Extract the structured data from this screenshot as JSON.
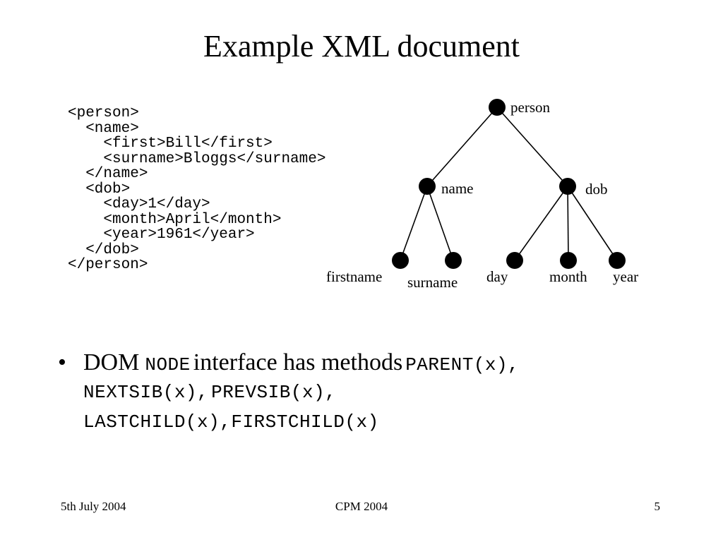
{
  "slide": {
    "title": "Example XML document",
    "xml_lines": [
      "<person>",
      "  <name>",
      "    <first>Bill</first>",
      "    <surname>Bloggs</surname>",
      "  </name>",
      "  <dob>",
      "    <day>1</day>",
      "    <month>April</month>",
      "    <year>1961</year>",
      "  </dob>",
      "</person>"
    ],
    "tree": {
      "root": "person",
      "level1": [
        "name",
        "dob"
      ],
      "name_children": [
        "firstname",
        "surname"
      ],
      "dob_children": [
        "day",
        "month",
        "year"
      ]
    },
    "bullet": {
      "dom": "DOM",
      "node": "NODE",
      "text": "interface has methods",
      "parent": "PARENT(x),",
      "nextsib": "NEXTSIB(x),",
      "prevsib": "PREVSIB(x),",
      "lastchild": "LASTCHILD(x),",
      "firstchild": "FIRSTCHILD(x)"
    }
  },
  "footer": {
    "date": "5th July 2004",
    "conference": "CPM 2004",
    "page": "5"
  }
}
